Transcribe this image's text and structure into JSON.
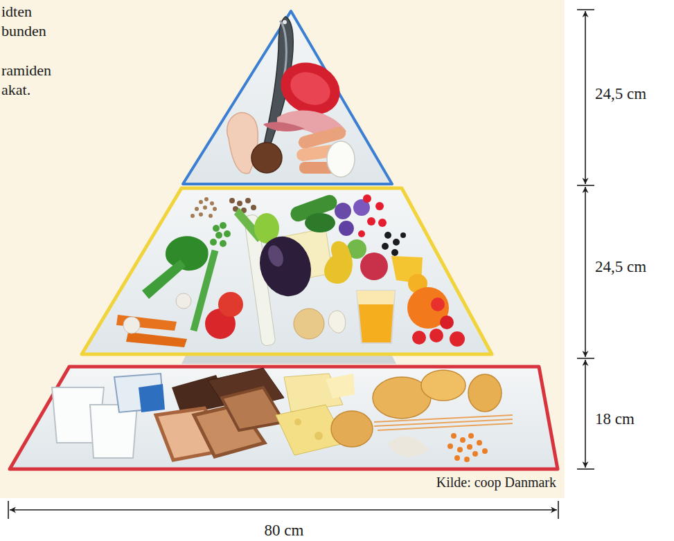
{
  "diagram": {
    "labels": [
      "idten",
      "bunden",
      "ramiden",
      "akat.",
      "24,5 cm",
      "24,5 cm",
      "18 cm",
      "Kilde: coop Danmark",
      "80 cm"
    ]
  }
}
